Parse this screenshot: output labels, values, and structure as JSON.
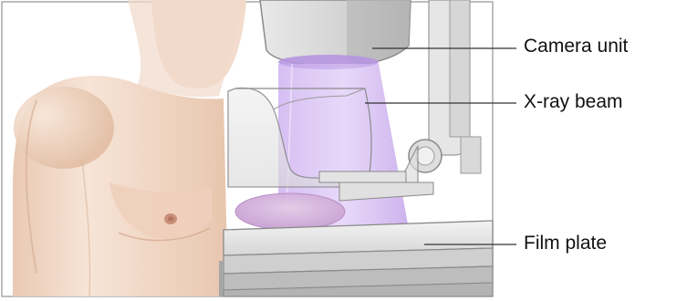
{
  "labels": {
    "camera_unit": "Camera unit",
    "xray_beam": "X-ray beam",
    "film_plate": "Film plate"
  },
  "colors": {
    "skin_light": "#f6e3d6",
    "skin_mid": "#e6c2aa",
    "skin_shadow": "#cf9f83",
    "beam": "#c7a8ec",
    "breast_compressed": "#d4b6dd",
    "machine_light": "#ebebeb",
    "machine_mid": "#cfcfcf",
    "machine_dark": "#8a8a8a",
    "frame": "#9a9a9a",
    "text": "#111111"
  },
  "icons": [
    "mammography-illustration"
  ]
}
